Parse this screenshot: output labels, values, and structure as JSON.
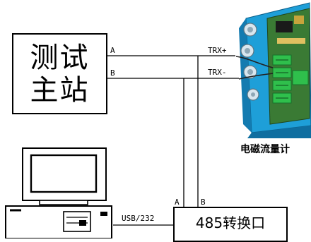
{
  "test_station": {
    "line1": "测试",
    "line2": "主站"
  },
  "station_port_a": "A",
  "station_port_b": "B",
  "meter": {
    "name": "电磁流量计",
    "terminal_plus": "TRX+",
    "terminal_minus": "TRX-"
  },
  "converter": {
    "label": "485转换口",
    "port_a": "A",
    "port_b": "B"
  },
  "computer_link": "USB/232"
}
